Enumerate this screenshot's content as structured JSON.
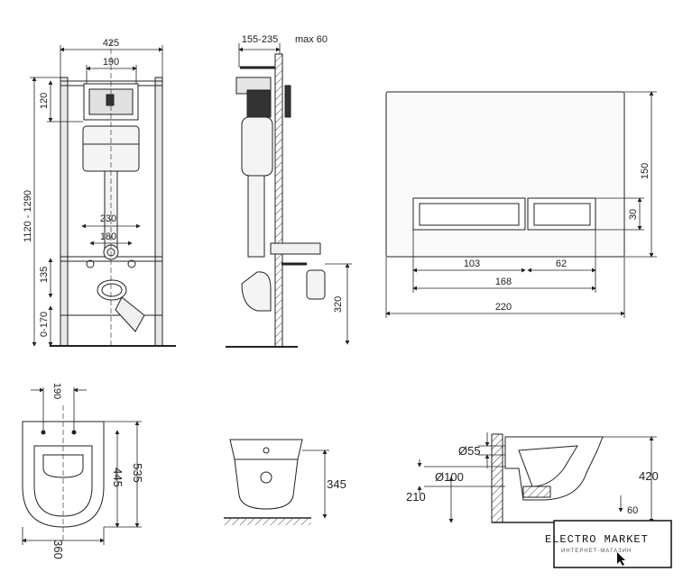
{
  "front_view": {
    "frame_width": "425",
    "cistern_width": "190",
    "top_offset": "120",
    "height_range": "1120 - 1290",
    "bolt_outer": "230",
    "bolt_inner": "180",
    "drain_height": "135",
    "foot_range": "0-170"
  },
  "side_view": {
    "depth_range": "155-235",
    "max_plate": "max 60",
    "pipe_height": "320"
  },
  "flush_plate": {
    "height": "150",
    "button_height": "30",
    "left_button_width": "103",
    "right_button_width": "62",
    "buttons_total": "168",
    "plate_width": "220"
  },
  "bowl_top": {
    "hole_spacing": "190",
    "inner_length": "445",
    "outer_length": "535",
    "width": "360"
  },
  "bowl_front": {
    "height": "345"
  },
  "bowl_side": {
    "water_inlet": "Ø55",
    "drain": "Ø100",
    "drain_height": "210",
    "rim_height": "420",
    "partial_label": "60"
  },
  "brand": {
    "name": "ELECTRO MARKET",
    "subtitle": "ИНТЕРНЕТ-МАГАЗИН"
  }
}
